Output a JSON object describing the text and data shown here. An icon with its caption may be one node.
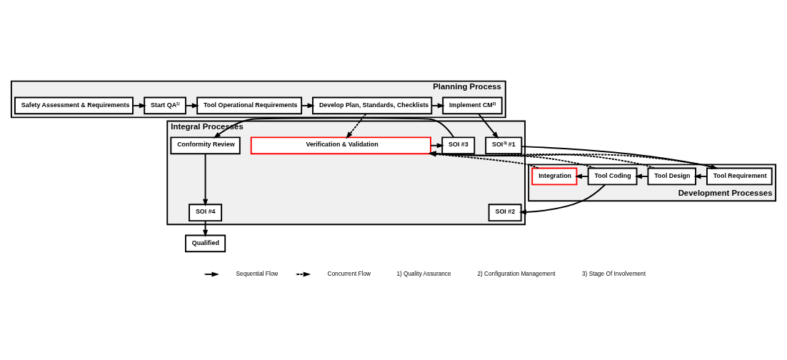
{
  "diagram": {
    "nodes": [
      {
        "text": [
          "Planning Process"
        ]
      },
      {
        "text": [
          "Safety Assessment & Requirements"
        ],
        "in": 0
      },
      {
        "text": [
          "Start QA$^{1)}$"
        ],
        "in": 0
      },
      {
        "text": [
          "Tool Operational Requirements"
        ],
        "in": 0
      },
      {
        "text": [
          "Develop Plan, Standards, Checklists"
        ],
        "in": 0
      },
      {
        "text": [
          "Implement CM$^{2)}$"
        ],
        "in": 0
      },
      {
        "text": [
          "Integral Processes"
        ]
      },
      {
        "text": [
          "Conformity Review"
        ],
        "in": 6
      },
      {
        "text": [
          "SOI #3"
        ],
        "in": 6
      },
      {
        "text": [
          "Verification & Validation"
        ],
        "in": 6
      },
      {
        "text": [
          "SOI$^{3)}$ #1"
        ],
        "in": 6
      },
      {
        "text": [
          "SOI #4"
        ],
        "in": 6
      },
      {
        "text": [
          "SOI #2"
        ],
        "in": 6
      },
      {
        "text": [
          "Development Processes"
        ]
      },
      {
        "text": [
          "Integration"
        ],
        "in": 13
      },
      {
        "text": [
          "Tool Coding"
        ],
        "in": 13
      },
      {
        "text": [
          "Tool Design"
        ],
        "in": 13
      },
      {
        "text": [
          "Tool Requirement"
        ],
        "in": 13
      },
      {
        "text": [
          "Qualified"
        ]
      }
    ],
    "edges": [
      {
        "from": 1,
        "to": 2,
        "arrow": "to"
      },
      {
        "from": 2,
        "to": 3,
        "arrow": "to"
      },
      {
        "from": 3,
        "to": 4,
        "arrow": "to"
      },
      {
        "from": 4,
        "to": 5,
        "arrow": "to"
      },
      {
        "from": 4,
        "to": 9,
        "arrow": "to",
        "style": "dashed"
      },
      {
        "from": 5,
        "to": 10,
        "arrow": "to"
      },
      {
        "from": 9,
        "to": 8,
        "arrow": "to"
      },
      {
        "from": 8,
        "to": 7,
        "arrow": "to"
      },
      {
        "from": 7,
        "to": 11,
        "arrow": "to"
      },
      {
        "from": 11,
        "to": 18,
        "arrow": "to"
      },
      {
        "from": 10,
        "to": 17,
        "arrow": "to"
      },
      {
        "from": 17,
        "to": 16,
        "arrow": "to"
      },
      {
        "from": 16,
        "to": 15,
        "arrow": "to"
      },
      {
        "from": 15,
        "to": 14,
        "arrow": "to"
      },
      {
        "from": 15,
        "to": 12,
        "arrow": "to"
      },
      {
        "from": 14,
        "to": 9,
        "arrow": "to",
        "style": "dashed"
      },
      {
        "from": 15,
        "to": 9,
        "arrow": "to",
        "style": "dashed"
      },
      {
        "from": 16,
        "to": 9,
        "arrow": "to",
        "style": "dashed"
      },
      {
        "from": 17,
        "to": 9,
        "arrow": "to",
        "style": "dashed"
      }
    ],
    "labels": [
      "1) Quality Assurance",
      "2) Configuration Management",
      "3) Stage Of Involvement"
    ],
    "legend": [
      {
        "text": "Sequential Flow"
      },
      {
        "text": "Concurrent Flow"
      }
    ]
  }
}
